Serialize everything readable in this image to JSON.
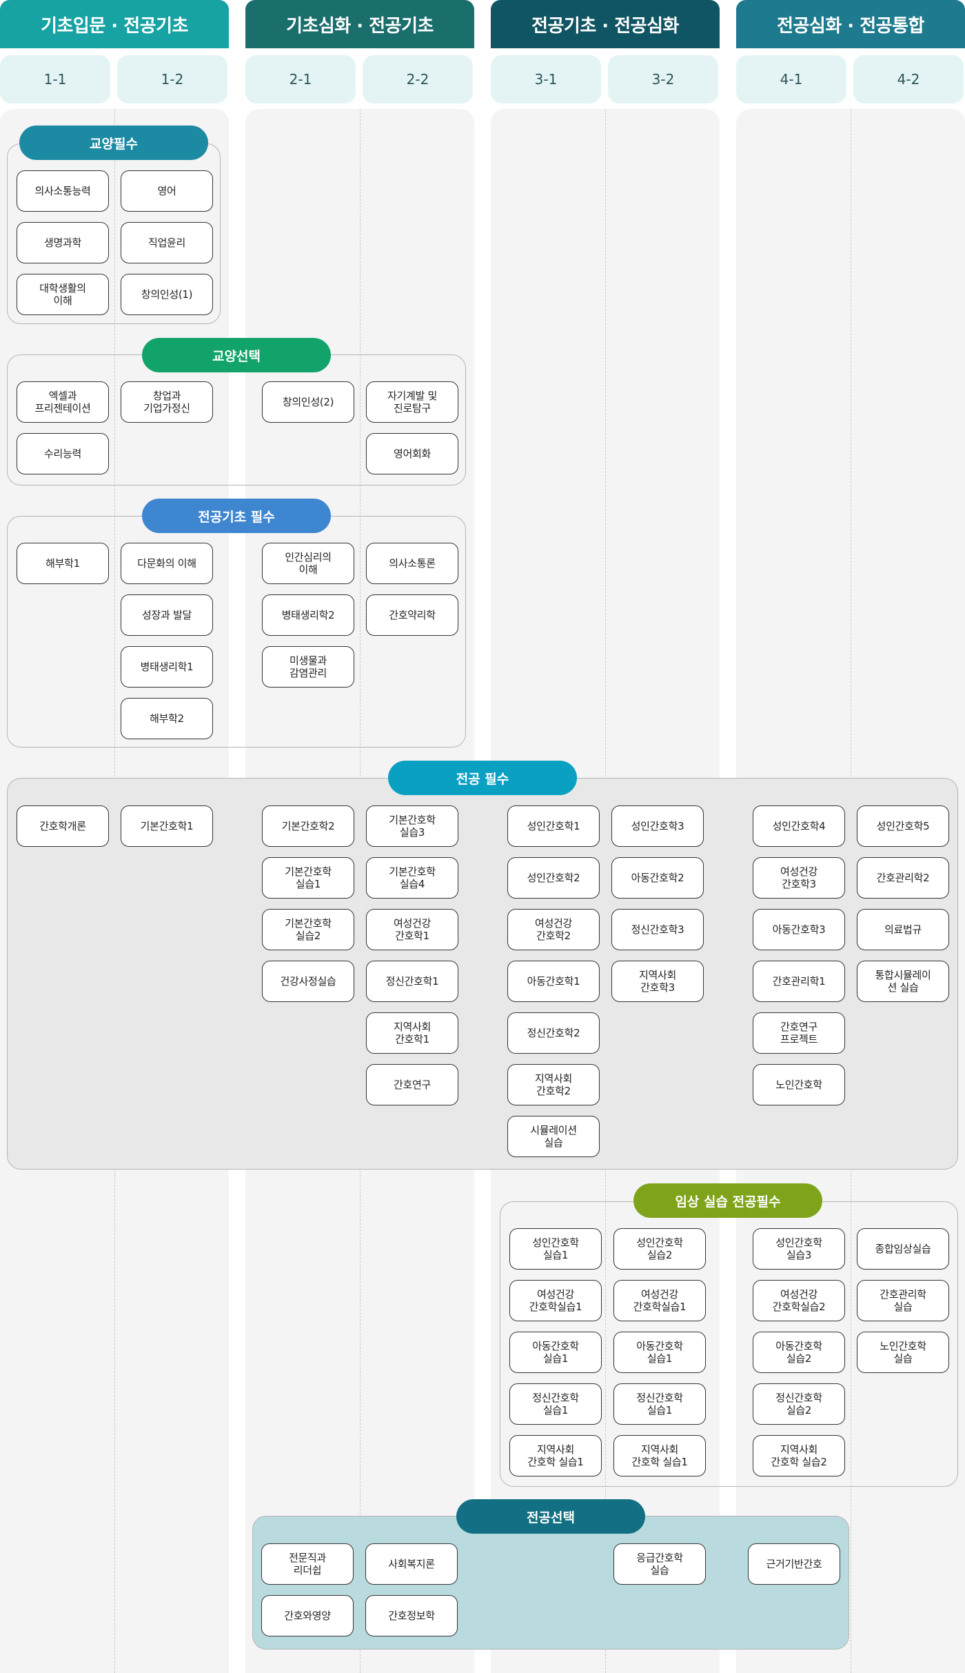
{
  "colors": {
    "year1": "#17a2a4",
    "year2": "#1a6e6c",
    "year3": "#0f5563",
    "year4": "#1e7a8e",
    "gyoyang_pilsu": "#1d8aa3",
    "gyoyang_seontaek": "#11a36a",
    "jeongong_gicho": "#3f86d1",
    "jeongong_pilsu": "#0aa0c2",
    "imsang": "#7fa31a",
    "jeongong_seontaek": "#136f83"
  },
  "years": [
    {
      "label": "기초입문 · 전공기초"
    },
    {
      "label": "기초심화 · 전공기초"
    },
    {
      "label": "전공기초 · 전공심화"
    },
    {
      "label": "전공심화 · 전공통합"
    }
  ],
  "semesters": [
    "1-1",
    "1-2",
    "2-1",
    "2-2",
    "3-1",
    "3-2",
    "4-1",
    "4-2"
  ],
  "groups": {
    "gyoyang_pilsu": {
      "label": "교양필수",
      "courses": {
        "s11": [
          "의사소통능력",
          "생명과학",
          "대학생활의\n이해"
        ],
        "s12": [
          "영어",
          "직업윤리",
          "창의인성(1)"
        ]
      }
    },
    "gyoyang_seontaek": {
      "label": "교양선택",
      "courses": {
        "s11": [
          "엑셀과\n프리젠테이션",
          "수리능력"
        ],
        "s12": [
          "창업과\n기업가정신"
        ],
        "s21": [
          "창의인성(2)"
        ],
        "s22": [
          "자기계발 및\n진로탐구",
          "영어회화"
        ]
      }
    },
    "jeongong_gicho": {
      "label": "전공기초 필수",
      "courses": {
        "s11": [
          "해부학1"
        ],
        "s12": [
          "다문화의 이해",
          "성장과 발달",
          "병태생리학1",
          "해부학2"
        ],
        "s21": [
          "인간심리의\n이해",
          "병태생리학2",
          "미생물과\n감염관리"
        ],
        "s22": [
          "의사소통론",
          "간호약리학"
        ]
      }
    },
    "jeongong_pilsu": {
      "label": "전공 필수",
      "courses": {
        "s11": [
          "간호학개론"
        ],
        "s12": [
          "기본간호학1"
        ],
        "s21": [
          "기본간호학2",
          "기본간호학\n실습1",
          "기본간호학\n실습2",
          "건강사정실습"
        ],
        "s22": [
          "기본간호학\n실습3",
          "기본간호학\n실습4",
          "여성건강\n간호학1",
          "정신간호학1",
          "지역사회\n간호학1",
          "간호연구"
        ],
        "s31": [
          "성인간호학1",
          "성인간호학2",
          "여성건강\n간호학2",
          "아동간호학1",
          "정신간호학2",
          "지역사회\n간호학2",
          "시뮬레이션\n실습"
        ],
        "s32": [
          "성인간호학3",
          "아동간호학2",
          "정신간호학3",
          "지역사회\n간호학3"
        ],
        "s41": [
          "성인간호학4",
          "여성건강\n간호학3",
          "아동간호학3",
          "간호관리학1",
          "간호연구\n프로젝트",
          "노인간호학"
        ],
        "s42": [
          "성인간호학5",
          "간호관리학2",
          "의료법규",
          "통합시뮬레이\n션 실습"
        ]
      }
    },
    "imsang": {
      "label": "임상 실습 전공필수",
      "courses": {
        "s31": [
          "성인간호학\n실습1",
          "여성건강\n간호학실습1",
          "아동간호학\n실습1",
          "정신간호학\n실습1",
          "지역사회\n간호학 실습1"
        ],
        "s32": [
          "성인간호학\n실습2",
          "여성건강\n간호학실습1",
          "아동간호학\n실습1",
          "정신간호학\n실습1",
          "지역사회\n간호학 실습1"
        ],
        "s41": [
          "성인간호학\n실습3",
          "여성건강\n간호학실습2",
          "아동간호학\n실습2",
          "정신간호학\n실습2",
          "지역사회\n간호학 실습2"
        ],
        "s42": [
          "종합임상실습",
          "간호관리학\n실습",
          "노인간호학\n실습"
        ]
      }
    },
    "jeongong_seontaek": {
      "label": "전공선택",
      "courses": {
        "s21": [
          "전문직과\n리더쉽",
          "간호와영양"
        ],
        "s22": [
          "사회복지론",
          "간호정보학"
        ],
        "s32": [
          "응급간호학\n실습"
        ],
        "s41": [
          "근거기반간호"
        ]
      }
    }
  }
}
